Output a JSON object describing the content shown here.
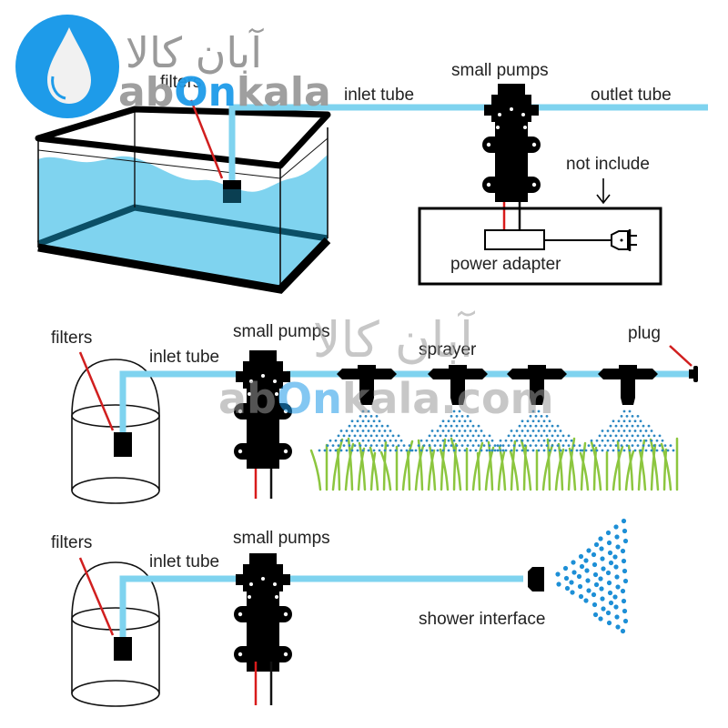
{
  "watermark": {
    "brand_persian": "آبان کالا",
    "brand_latin_prefix": "ab",
    "brand_latin_o": "O",
    "brand_latin_suffix": "nkala",
    "brand_domain_suffix": "kala.com",
    "brand_color": "#1e9be9",
    "logo_icon": "water-drop-icon"
  },
  "panel_aquarium": {
    "filters_label": "filters",
    "inlet_label": "inlet tube",
    "pump_label": "small pumps",
    "outlet_label": "outlet tube",
    "not_include_label": "not include",
    "adapter_label": "power adapter"
  },
  "panel_sprayer": {
    "filters_label": "filters",
    "inlet_label": "inlet tube",
    "pump_label": "small pumps",
    "sprayer_label": "sprayer",
    "plug_label": "plug",
    "sprayer_count": 4
  },
  "panel_shower": {
    "filters_label": "filters",
    "inlet_label": "inlet tube",
    "pump_label": "small pumps",
    "shower_label": "shower interface"
  },
  "colors": {
    "tube": "#7fd3ef",
    "water": "#7fd3ef",
    "wire_positive": "#d81b1b",
    "pointer": "#d11f1f",
    "spray_dots": "#2b88c2",
    "grass": "#8cc63f"
  }
}
